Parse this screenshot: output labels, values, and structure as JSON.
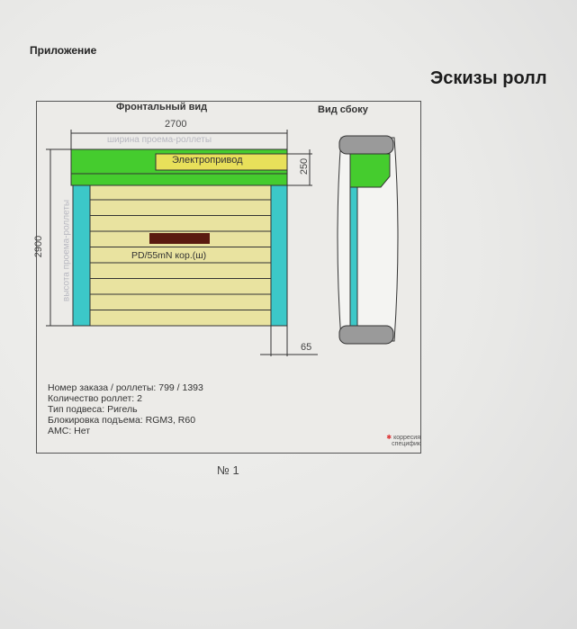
{
  "app_title": "Приложение",
  "section_title": "Эскизы ролл",
  "sketch": {
    "front_view_title": "Фронтальный вид",
    "side_view_title": "Вид сбоку",
    "width_value": "2700",
    "width_label": "ширина проема-роллеты",
    "height_value": "2900",
    "height_label": "высота проема-роллеты",
    "box_height_value": "250",
    "guide_width_value": "65",
    "drive_label": "Электропривод",
    "profile_label": "PD/55mN кор.(ш)",
    "colors": {
      "box": "#45cc2e",
      "drive": "#e8e05a",
      "guides": "#3cc8c8",
      "slats": "#e9e3a0",
      "handle": "#5a1a10"
    }
  },
  "info": {
    "order": "Номер заказа / роллеты: 799 / 1393",
    "quantity": "Количество роллет: 2",
    "suspension": "Тип подвеса: Ригель",
    "lock": "Блокировка подъема: RGM3, R60",
    "ams": "АМС: Нет"
  },
  "logo_text": "корресия специфик",
  "page_number": "№ 1"
}
